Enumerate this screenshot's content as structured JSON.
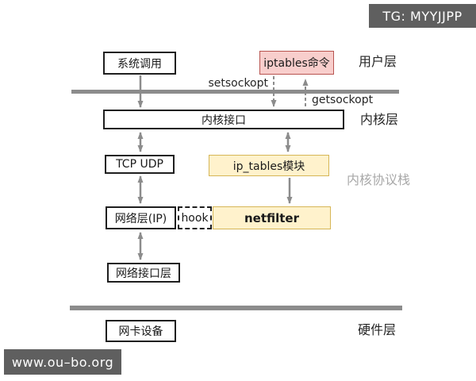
{
  "watermarks": {
    "top_right": "TG: MYYJJPP",
    "bottom_left": "www.ou–bo.org"
  },
  "layer_labels": {
    "user": "用户层",
    "kernel": "内核层",
    "kernel_protocol_stack": "内核协议栈",
    "hardware": "硬件层"
  },
  "boxes": {
    "syscall": "系统调用",
    "iptables_cmd": "iptables命令",
    "kernel_interface": "内核接口",
    "tcp_udp": "TCP UDP",
    "ip_tables_module": "ip_tables模块",
    "network_layer_ip": "网络层(IP)",
    "hook": "hook",
    "netfilter": "netfilter",
    "network_interface_layer": "网络接口层",
    "nic_device": "网卡设备"
  },
  "arrow_labels": {
    "setsockopt": "setsockopt",
    "getsockopt": "getsockopt"
  },
  "colors": {
    "pink_fill": "#f8cecc",
    "pink_border": "#b85450",
    "yellow_fill": "#fff2cc",
    "yellow_border": "#d6b656",
    "arrow_gray": "#8c8c8c",
    "separator_gray": "#8c8c8c",
    "badge_bg": "#5f5f5f",
    "badge_text": "#ffffff",
    "muted_label": "#a8a8a8"
  }
}
